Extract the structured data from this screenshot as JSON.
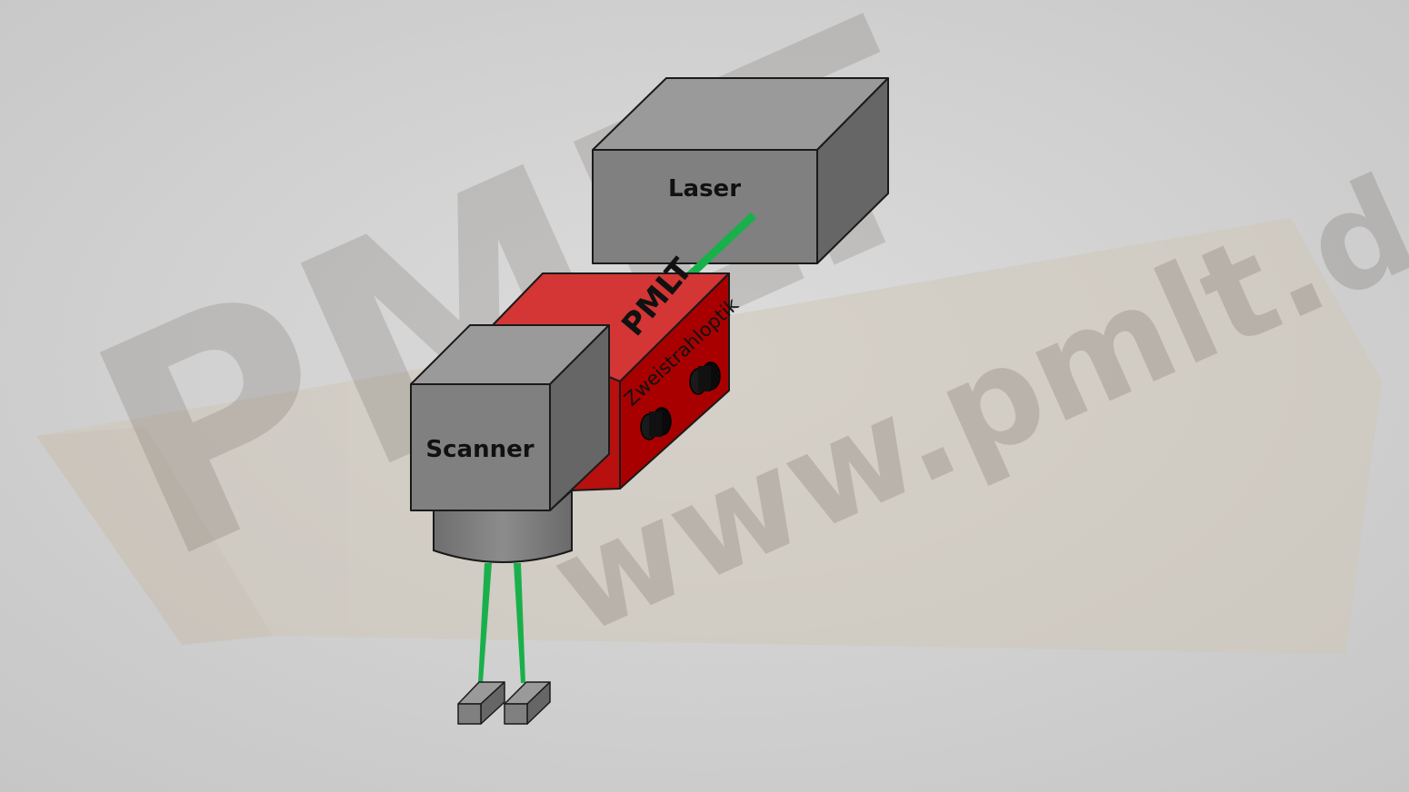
{
  "diagram": {
    "components": {
      "laser": {
        "label": "Laser"
      },
      "scanner": {
        "label": "Scanner"
      },
      "optics": {
        "brand": "PMLT",
        "label": "Zweistrahloptik"
      }
    },
    "watermark": {
      "logo": "PMLT",
      "url": "www.pmlt.de"
    },
    "colors": {
      "background": "#d6d6d6",
      "box_front": "#808080",
      "box_top": "#9a9a9a",
      "box_side": "#666666",
      "optics_top": "#d43636",
      "optics_front": "#a80000",
      "beam": "#19b04b",
      "outline": "#1a1a1a"
    }
  }
}
